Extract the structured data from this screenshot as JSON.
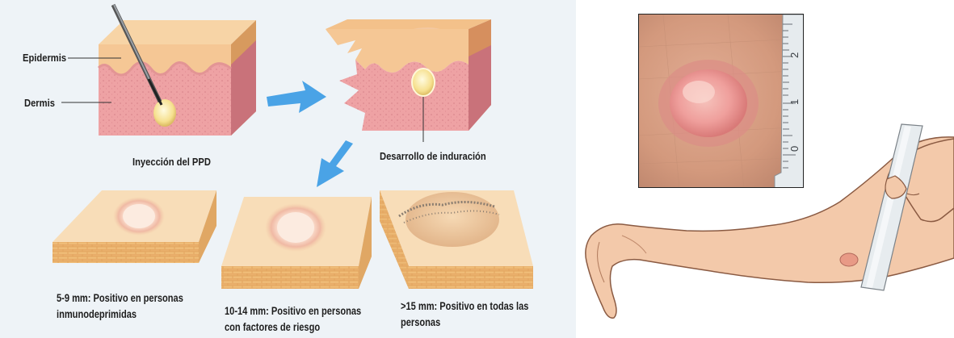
{
  "labels": {
    "epidermis": "Epidermis",
    "dermis": "Dermis",
    "injection": "Inyección del PPD",
    "induration": "Desarrollo de induración"
  },
  "results": [
    {
      "line1": "5-9 mm: Positivo en personas",
      "line2": "inmunodeprimidas"
    },
    {
      "line1": "10-14 mm: Positivo en personas",
      "line2": "con factores de riesgo"
    },
    {
      "line1": ">15 mm: Positivo en todas las",
      "line2": "personas"
    }
  ],
  "ruler_marks": [
    "0",
    "1",
    "2"
  ],
  "colors": {
    "background_left": "#eef3f7",
    "epidermis": "#f6cf9e",
    "dermis": "#eea3a6",
    "arrow": "#4aa3e6",
    "skin_photo": "#d8a088",
    "arm": "#f2c7a8"
  }
}
